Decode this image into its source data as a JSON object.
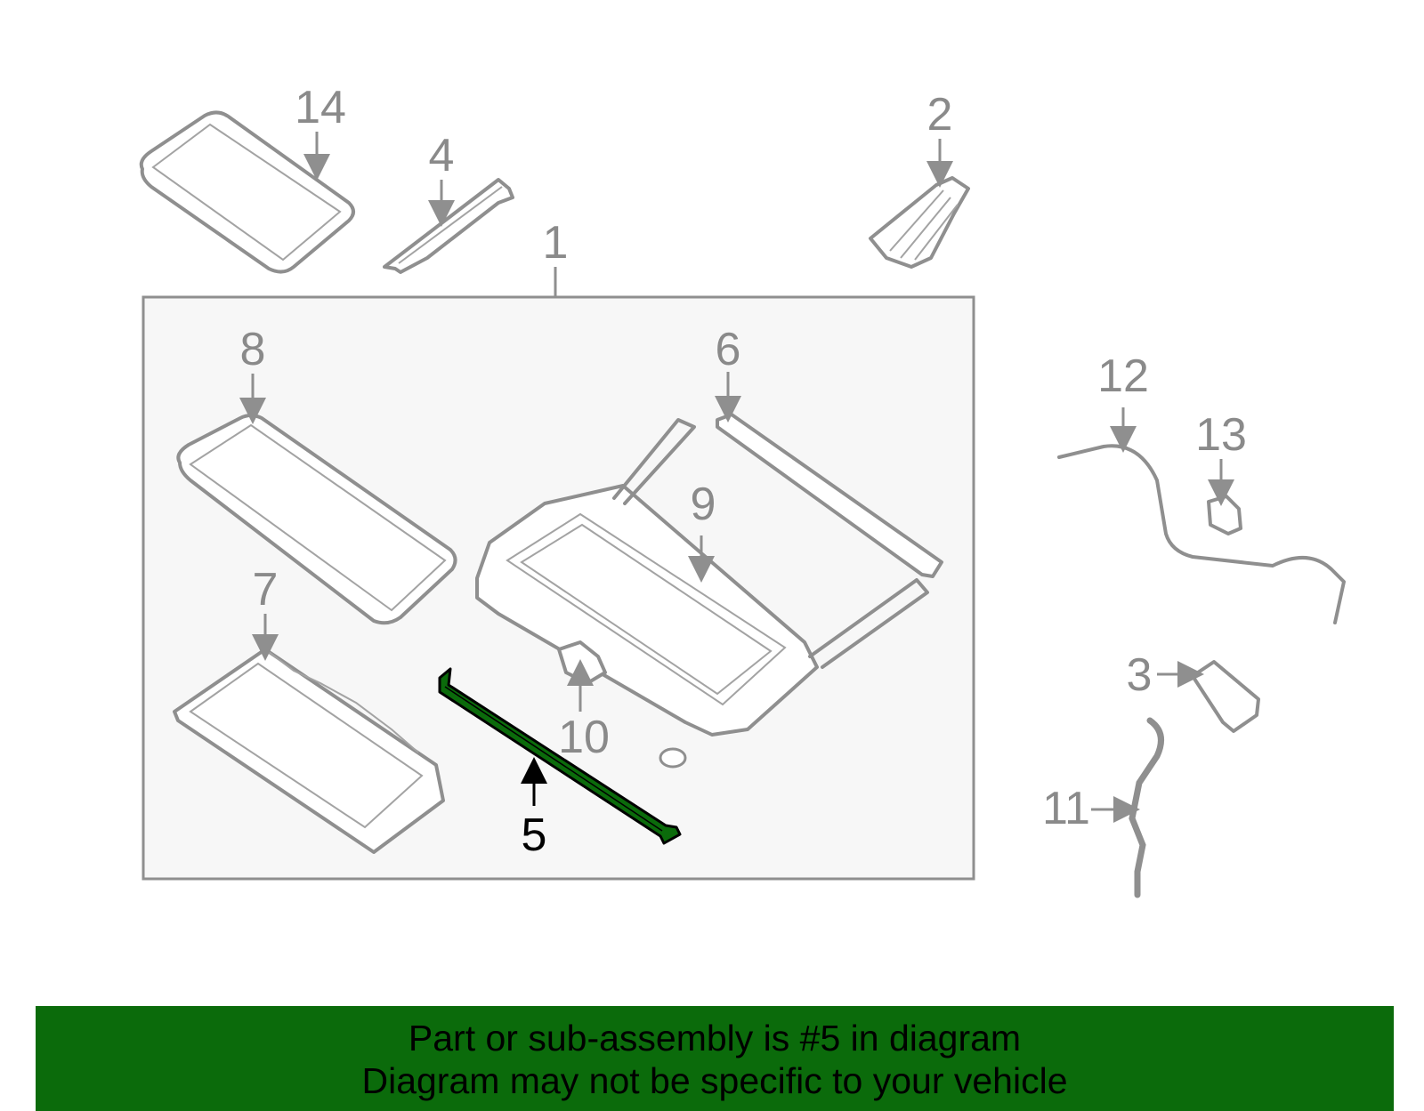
{
  "diagram": {
    "highlighted_part": "5",
    "highlight_color": "#0b6b0b",
    "part_color": "#8f8f8f",
    "callouts": {
      "p1": "1",
      "p2": "2",
      "p3": "3",
      "p4": "4",
      "p5": "5",
      "p6": "6",
      "p7": "7",
      "p8": "8",
      "p9": "9",
      "p10": "10",
      "p11": "11",
      "p12": "12",
      "p13": "13",
      "p14": "14"
    }
  },
  "banner": {
    "line1": "Part or sub-assembly is #5 in diagram",
    "line2": "Diagram may not be specific to your vehicle",
    "background": "#0b6b0b"
  }
}
